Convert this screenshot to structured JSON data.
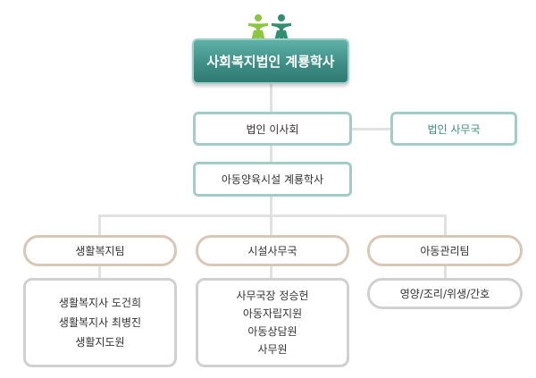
{
  "org": {
    "root": "사회복지법인 계룡학사",
    "board": "법인 이사회",
    "office": "법인 사무국",
    "facility": "아동양육시설 계룡학사",
    "teams": [
      {
        "name": "생활복지팀",
        "members": [
          "생활복지사 도건희",
          "생활복지사 최병진",
          "생활지도원"
        ]
      },
      {
        "name": "시설사무국",
        "members": [
          "사무국장 정승헌",
          "아동자립지원",
          "아동상담원",
          "사무원"
        ]
      },
      {
        "name": "아동관리팀",
        "members": [
          "영양/조리/위생/간호"
        ]
      }
    ]
  },
  "colors": {
    "root_fill": "#3f8f86",
    "teal_border": "#a4ccc6",
    "team_border": "#d8c7b4",
    "member_border": "#d0d0d0",
    "logo_green": "#8cc63f"
  }
}
